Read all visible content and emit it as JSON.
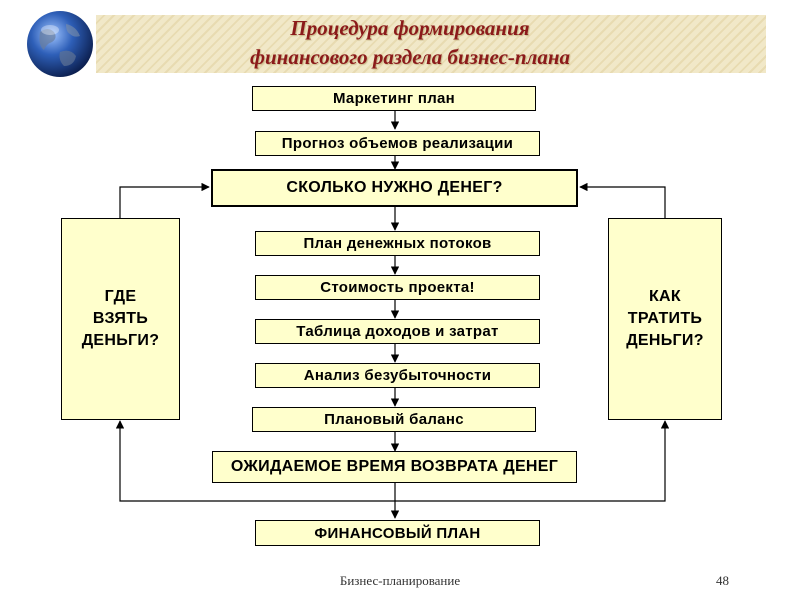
{
  "title": {
    "line1": "Процедура формирования",
    "line2": "финансового раздела бизнес-плана"
  },
  "steps": {
    "marketing": "Маркетинг план",
    "forecast": "Прогноз объемов реализации",
    "how_much": "СКОЛЬКО НУЖНО ДЕНЕГ?",
    "cash_flow": "План денежных потоков",
    "cost": "Стоимость проекта!",
    "income_table": "Таблица доходов и затрат",
    "breakeven": "Анализ безубыточности",
    "balance": "Плановый баланс",
    "payback": "ОЖИДАЕМОЕ ВРЕМЯ ВОЗВРАТА ДЕНЕГ",
    "fin_plan": "ФИНАНСОВЫЙ ПЛАН"
  },
  "left_box": {
    "line1": "ГДЕ",
    "line2": "ВЗЯТЬ",
    "line3": "ДЕНЬГИ?"
  },
  "right_box": {
    "line1": "КАК",
    "line2": "ТРАТИТЬ",
    "line3": "ДЕНЬГИ?"
  },
  "footer": {
    "text": "Бизнес-планирование",
    "page": "48"
  },
  "colors": {
    "box_fill": "#ffffcc",
    "title": "#8b1a1a",
    "banner": "#f1e8c8"
  },
  "icons": {
    "logo": "globe-icon"
  }
}
